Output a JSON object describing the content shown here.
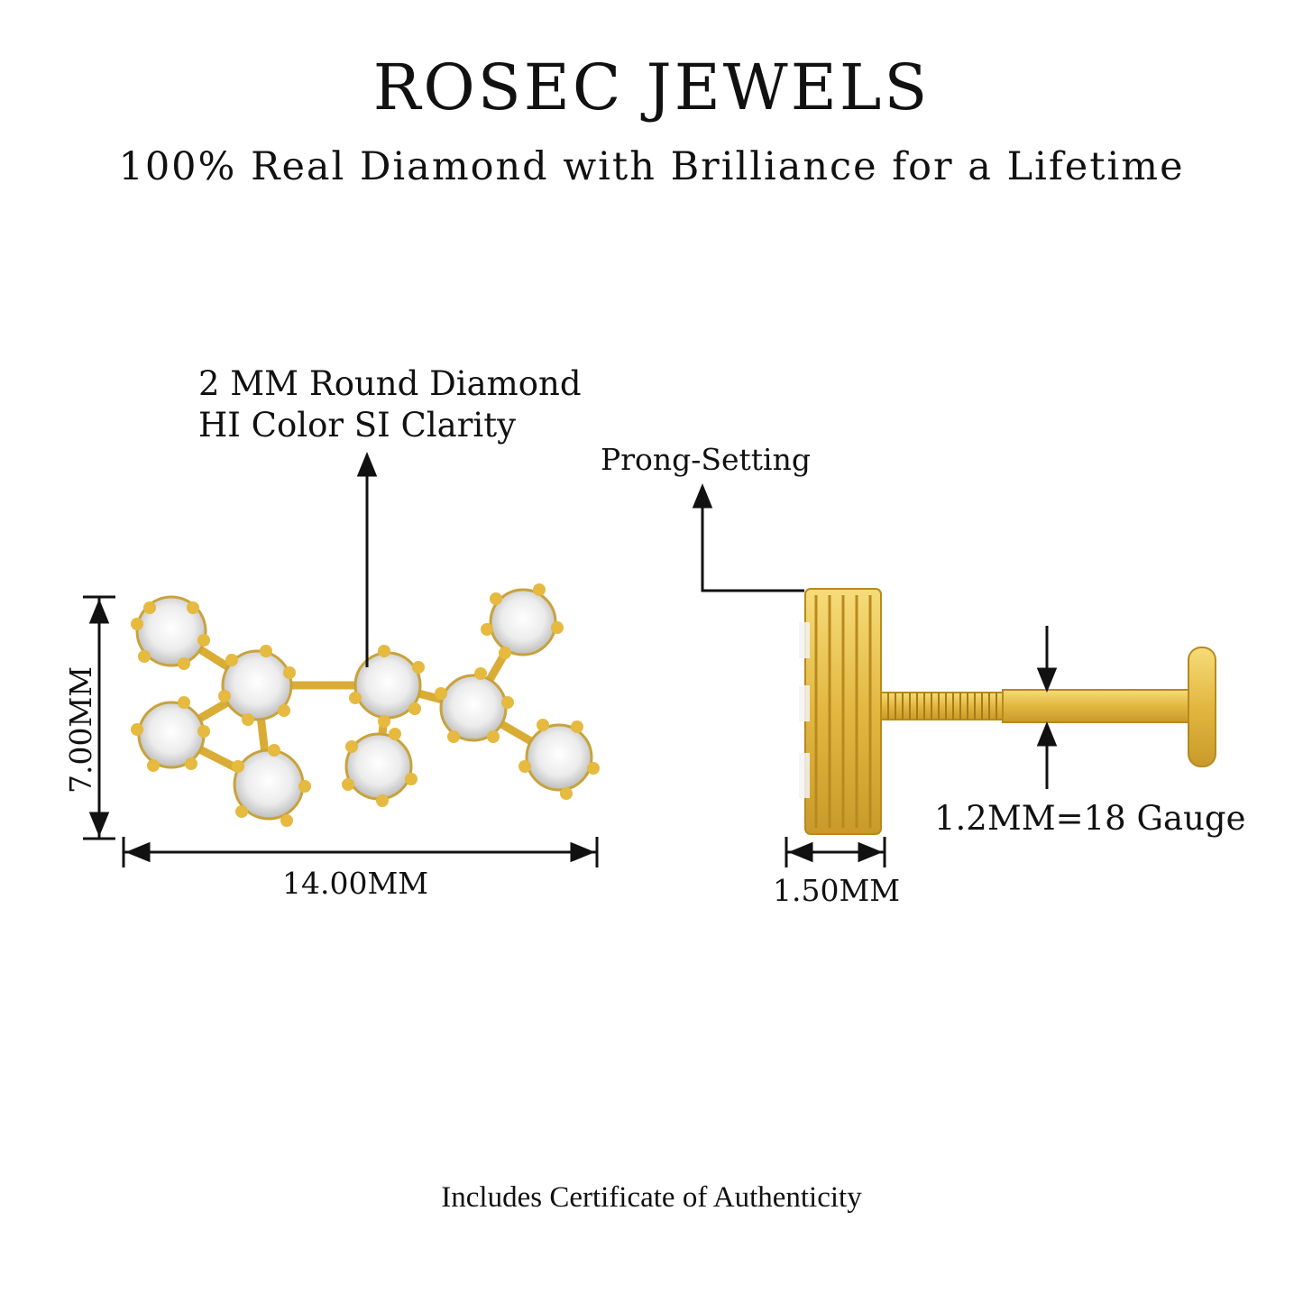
{
  "brand": "ROSEC JEWELS",
  "tagline": "100% Real Diamond with Brilliance for a Lifetime",
  "annotations": {
    "diamond_line1": "2 MM Round Diamond",
    "diamond_line2": "HI Color SI Clarity",
    "prong": "Prong-Setting",
    "height": "7.00MM",
    "width": "14.00MM",
    "depth": "1.50MM",
    "gauge": "1.2MM=18 Gauge"
  },
  "footer": "Includes Certificate of Authenticity",
  "colors": {
    "gold": "#e9c24d",
    "gold_dark": "#c99a2a",
    "diamond": "#f2f2f2",
    "ink": "#111111"
  }
}
